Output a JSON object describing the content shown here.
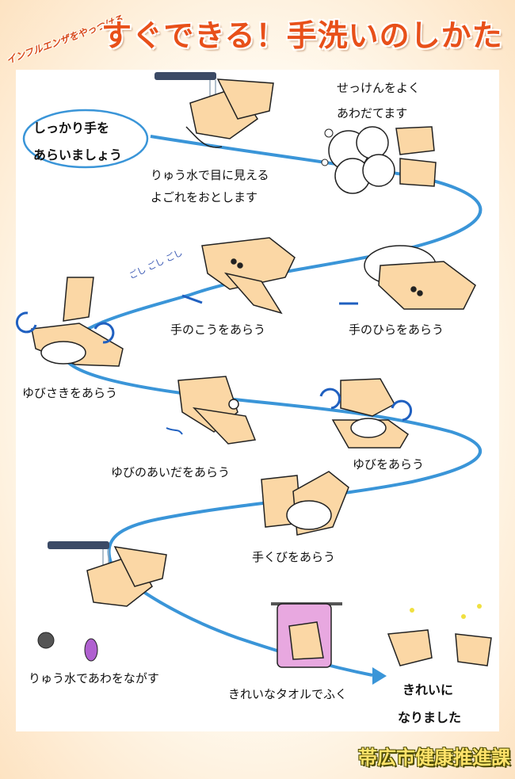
{
  "header": {
    "subtitle": "インフルエンザをやっつける",
    "title": "すぐできる！手洗いのしかた"
  },
  "intro": {
    "line1": "しっかり手を",
    "line2": "あらいましょう"
  },
  "steps": [
    {
      "line1": "りゅう水で目に見える",
      "line2": "よごれをおとします"
    },
    {
      "line1": "せっけんをよく",
      "line2": "あわだてます"
    },
    {
      "line1": "手のこうをあらう"
    },
    {
      "line1": "手のひらをあらう"
    },
    {
      "line1": "ゆびさきをあらう"
    },
    {
      "line1": "ゆびのあいだをあらう"
    },
    {
      "line1": "ゆびをあらう"
    },
    {
      "line1": "手くびをあらう"
    },
    {
      "line1": "りゅう水であわをながす"
    },
    {
      "line1": "きれいなタオルでふく"
    }
  ],
  "finish": {
    "line1": "きれいに",
    "line2": "なりました"
  },
  "rub_sound": "ごし ごし ごし",
  "footer": {
    "org": "帯広市健康推進課"
  },
  "colors": {
    "title": "#e8501a",
    "flow_line": "#3a95d8",
    "skin": "#fbd7a5",
    "footer_text": "#ffe36a"
  }
}
